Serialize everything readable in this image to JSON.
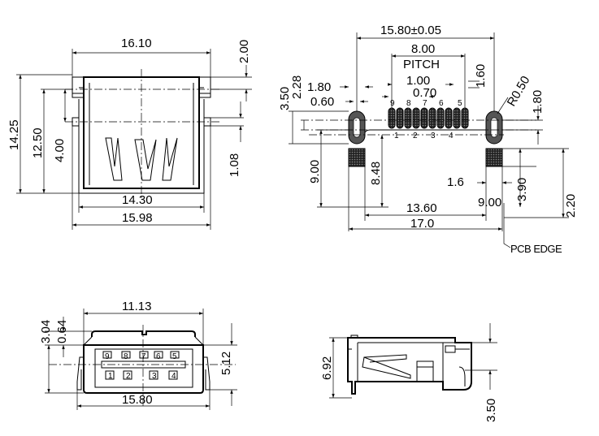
{
  "front_view": {
    "dims": {
      "width_top": "16.10",
      "height_top": "2.00",
      "height_total": "14.25",
      "height_body": "12.50",
      "height_inner": "4.00",
      "height_peg": "1.08",
      "width_inner": "14.30",
      "width_base": "15.98"
    }
  },
  "footprint": {
    "dims": {
      "width_total": "15.80±0.05",
      "pitch_span": "8.00",
      "pitch_label": "PITCH",
      "pitch": "1.00",
      "pad_w": "0.70",
      "slot_h": "1.60",
      "radius": "R0.50",
      "slot_w_r": "1.80",
      "dim_350": "3.50",
      "dim_228": "2.28",
      "dim_180": "1.80",
      "dim_060": "0.60",
      "dim_900": "9.00",
      "dim_848": "8.48",
      "dim_16": "1.6",
      "dim_390": "3.90",
      "dim_220": "2.20",
      "dim_900b": "9.00",
      "width_1360": "13.60",
      "width_170": "17.0",
      "pcb_edge": "PCB EDGE"
    },
    "pin_top": [
      "9",
      "8",
      "7",
      "6",
      "5"
    ],
    "pin_bottom": [
      "1",
      "2",
      "3",
      "4"
    ]
  },
  "face_view": {
    "dims": {
      "width_inner": "11.13",
      "width_total": "15.80",
      "dim_304": "3.04",
      "dim_064": "0.64",
      "dim_512": "5.12"
    },
    "pin_top": [
      "9",
      "8",
      "7",
      "6",
      "5"
    ],
    "pin_bottom": [
      "1",
      "2",
      "3",
      "4"
    ]
  },
  "side_view": {
    "dims": {
      "height": "6.92",
      "dim_350": "3.50"
    }
  }
}
